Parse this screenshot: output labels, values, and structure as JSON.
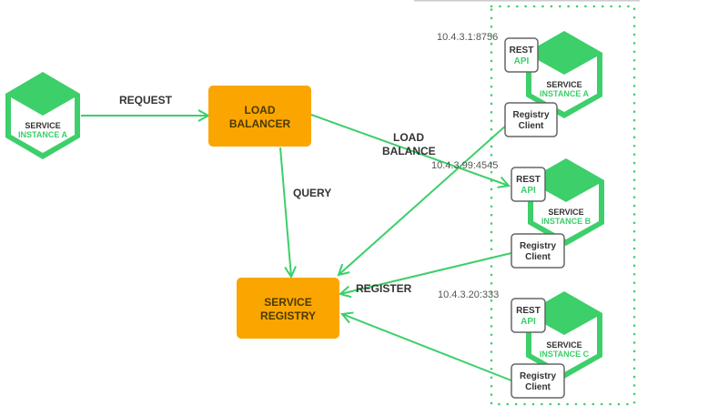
{
  "colors": {
    "green": "#3ccf6a",
    "orange": "#fba600",
    "text": "#333333"
  },
  "client": {
    "line1": "SERVICE",
    "line2": "INSTANCE A"
  },
  "load_balancer": {
    "line1": "LOAD",
    "line2": "BALANCER"
  },
  "service_registry": {
    "line1": "SERVICE",
    "line2": "REGISTRY"
  },
  "edges": {
    "request": "REQUEST",
    "query": "QUERY",
    "load_balance_1": "LOAD",
    "load_balance_2": "BALANCE",
    "register": "REGISTER"
  },
  "instances": [
    {
      "ip": "10.4.3.1:8756",
      "rest1": "REST",
      "rest2": "API",
      "svc1": "SERVICE",
      "svc2": "INSTANCE A",
      "reg1": "Registry",
      "reg2": "Client"
    },
    {
      "ip": "10.4.3.99:4545",
      "rest1": "REST",
      "rest2": "API",
      "svc1": "SERVICE",
      "svc2": "INSTANCE B",
      "reg1": "Registry",
      "reg2": "Client"
    },
    {
      "ip": "10.4.3.20:333",
      "rest1": "REST",
      "rest2": "API",
      "svc1": "SERVICE",
      "svc2": "INSTANCE C",
      "reg1": "Registry",
      "reg2": "Client"
    }
  ]
}
